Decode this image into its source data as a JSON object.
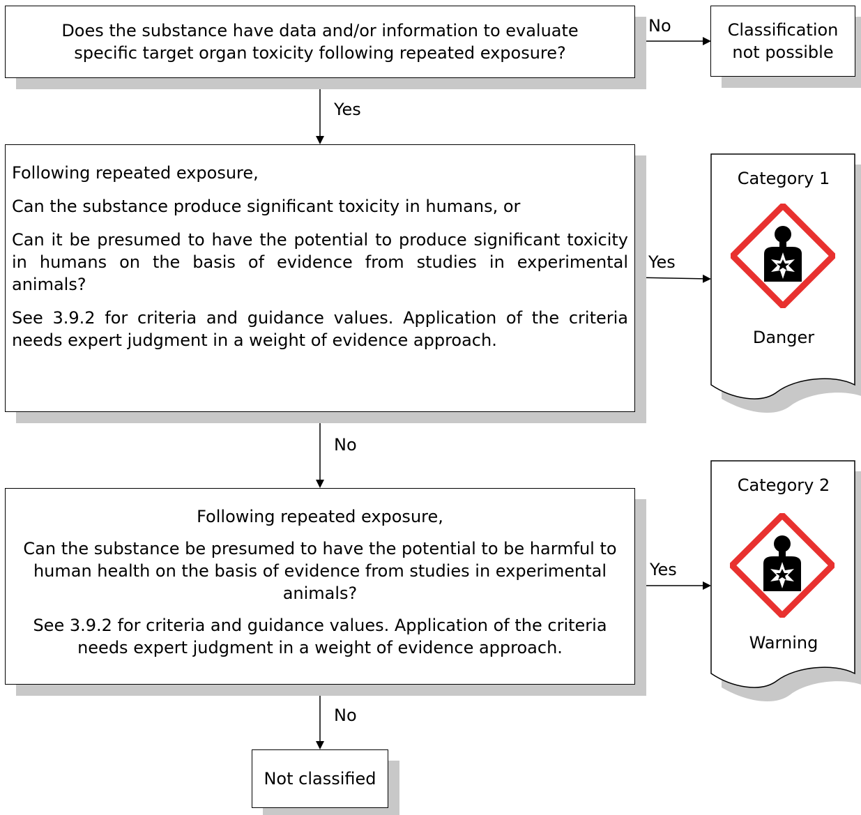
{
  "q1": {
    "line1": "Does the substance have data and/or information to evaluate",
    "line2": "specific target organ toxicity following repeated exposure?"
  },
  "result_not_possible": {
    "line1": "Classification",
    "line2": "not possible"
  },
  "q2": {
    "p1": "Following repeated exposure,",
    "p2": "Can the substance produce significant toxicity in humans, or",
    "p3": "Can it be presumed to have the potential to produce significant toxicity in humans on the basis of evidence from studies in experimental animals?",
    "p4": "See 3.9.2 for criteria and guidance values. Application of the criteria needs expert judgment in a weight of evidence approach."
  },
  "q3": {
    "p1": "Following repeated exposure,",
    "p2": "Can the substance be presumed to have the potential to be harmful to human health on the basis of evidence from studies in experimental animals?",
    "p3": "See 3.9.2 for criteria and guidance values. Application of the criteria needs expert judgment in a weight of evidence approach."
  },
  "cat1": {
    "title": "Category 1",
    "signal": "Danger",
    "pictogram": "health-hazard-icon"
  },
  "cat2": {
    "title": "Category 2",
    "signal": "Warning",
    "pictogram": "health-hazard-icon"
  },
  "not_classified": "Not classified",
  "labels": {
    "no1": "No",
    "yes1": "Yes",
    "yes2": "Yes",
    "no2": "No",
    "yes3": "Yes",
    "no3": "No"
  },
  "colors": {
    "pictogram_border": "#e8312f",
    "shadow": "#c8c8c8"
  }
}
